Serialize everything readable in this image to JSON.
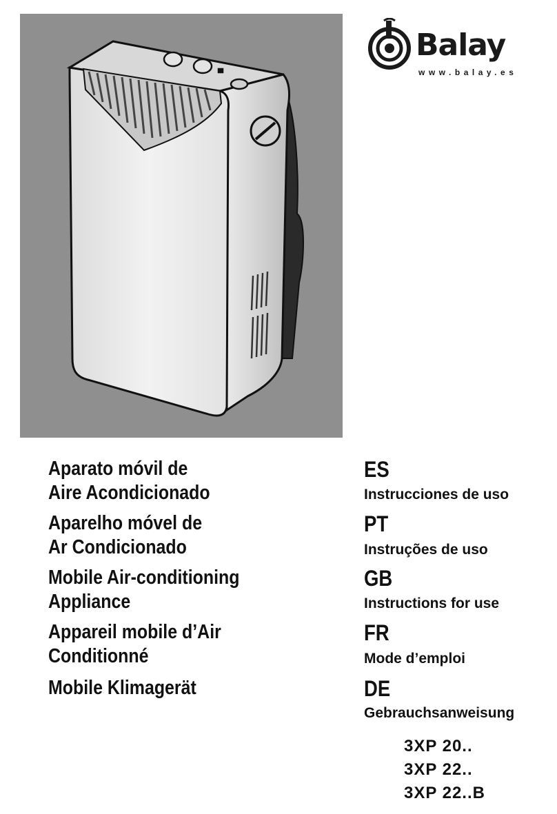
{
  "brand": {
    "name": "Balay",
    "url": "www.balay.es"
  },
  "languages": [
    {
      "code": "ES",
      "product_title_line1": "Aparato móvil de",
      "product_title_line2": "Aire Acondicionado",
      "instructions": "Instrucciones de uso"
    },
    {
      "code": "PT",
      "product_title_line1": "Aparelho móvel de",
      "product_title_line2": "Ar Condicionado",
      "instructions": "Instruções de uso"
    },
    {
      "code": "GB",
      "product_title_line1": "Mobile Air-conditioning",
      "product_title_line2": "Appliance",
      "instructions": "Instructions for use"
    },
    {
      "code": "FR",
      "product_title_line1": "Appareil mobile d’Air",
      "product_title_line2": "Conditionné",
      "instructions": "Mode d’emploi"
    },
    {
      "code": "DE",
      "product_title_line1": "Mobile Klimagerät",
      "product_title_line2": "",
      "instructions": "Gebrauchsanweisung"
    }
  ],
  "models": [
    "3XP 20..",
    "3XP 22..",
    "3XP 22..B"
  ],
  "colors": {
    "illustration_background": "#8f8f8f",
    "appliance_body": "#ececec",
    "text": "#111111"
  }
}
